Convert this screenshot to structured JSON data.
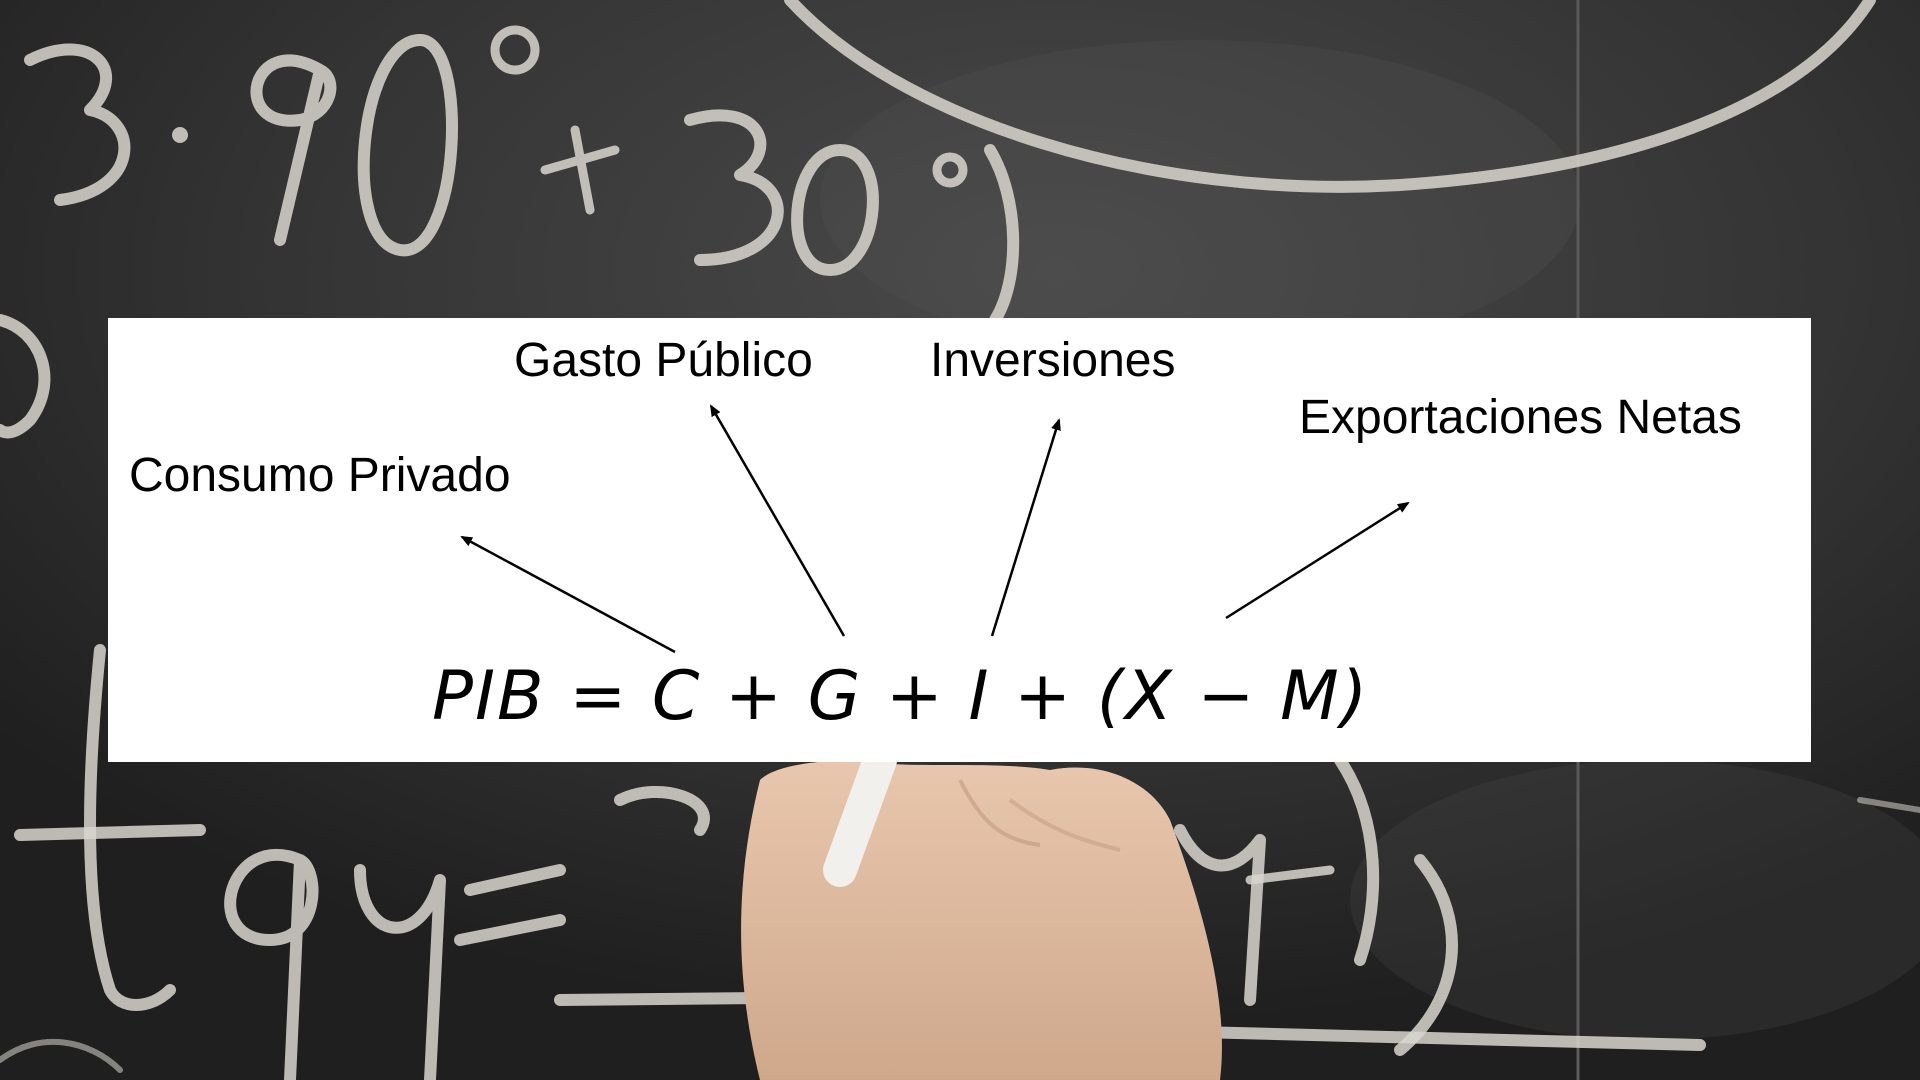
{
  "diagram": {
    "equation": "PIB = C + G + I + (X − M)",
    "labels": {
      "consumo": "Consumo Privado",
      "gasto": "Gasto Público",
      "inversiones": "Inversiones",
      "exportaciones": "Exportaciones Netas"
    }
  },
  "background": {
    "chalk_text": [
      "3·90° +30°)",
      "tgy = ",
      "(x+y)"
    ],
    "colors": {
      "board": "#2b2b2b",
      "chalk": "#d9d6cf",
      "skin": "#e2bfa5"
    }
  }
}
